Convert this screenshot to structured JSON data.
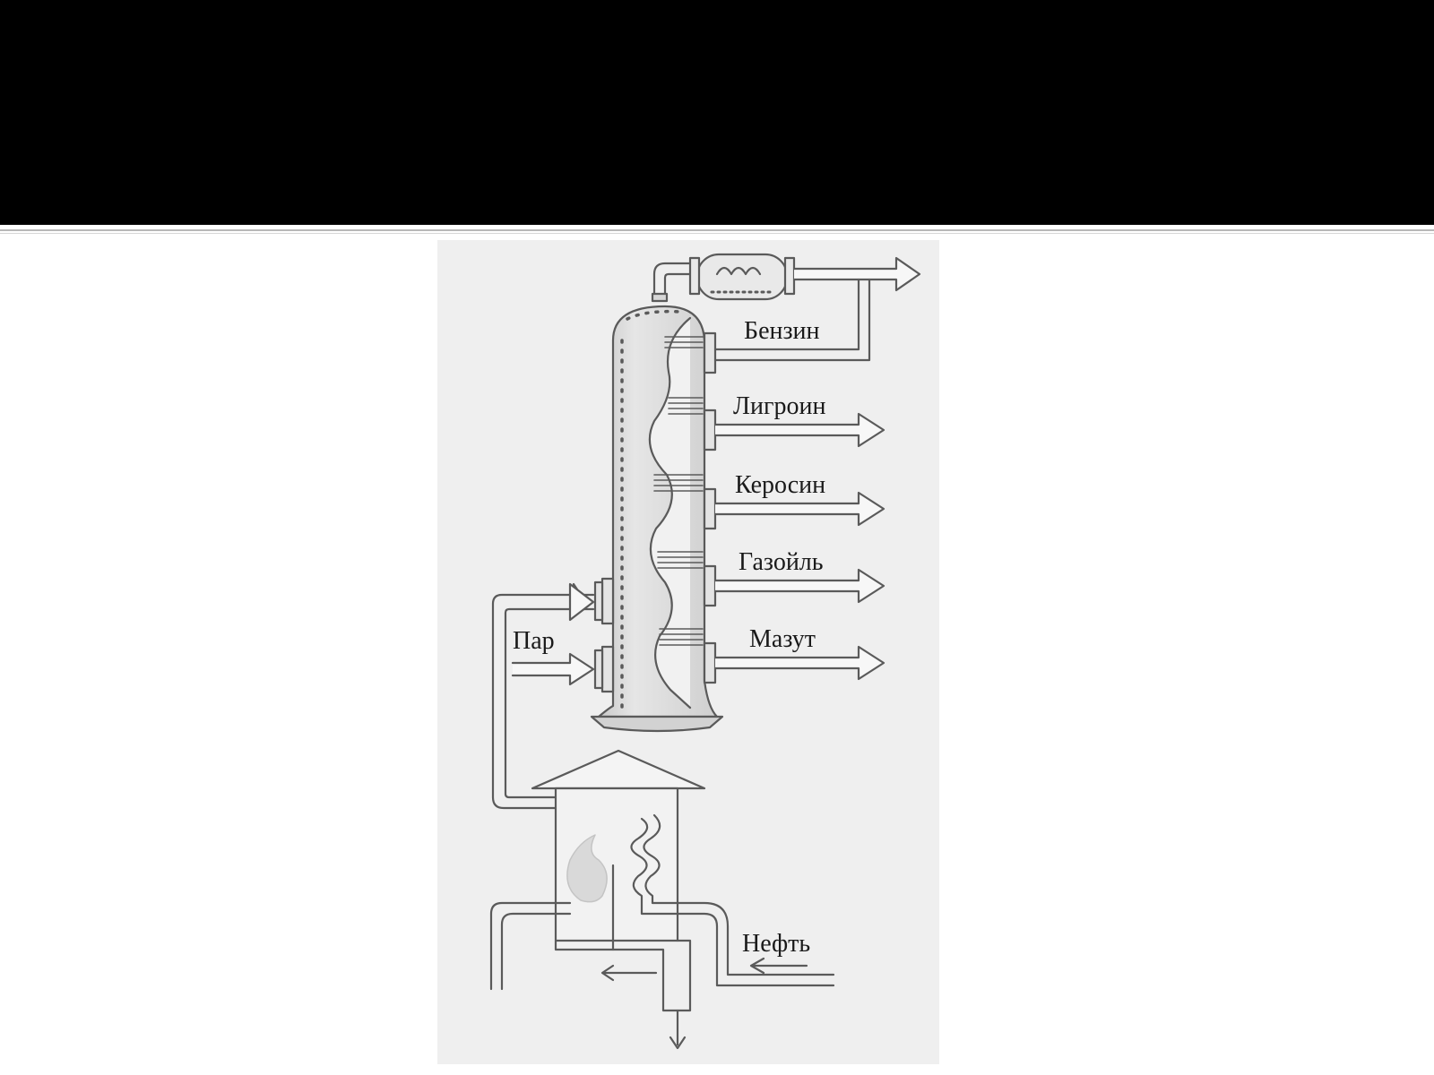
{
  "diagram": {
    "labels": {
      "gasoline": "Бензин",
      "ligroin": "Лигроин",
      "kerosene": "Керосин",
      "gasoil": "Газойль",
      "fuel_oil": "Мазут",
      "steam": "Пар",
      "crude_oil": "Нефть"
    }
  },
  "colors": {
    "background": "#ffffff",
    "title_band": "#000000",
    "figure_bg": "#efefef",
    "line": "#5a5a5a"
  }
}
